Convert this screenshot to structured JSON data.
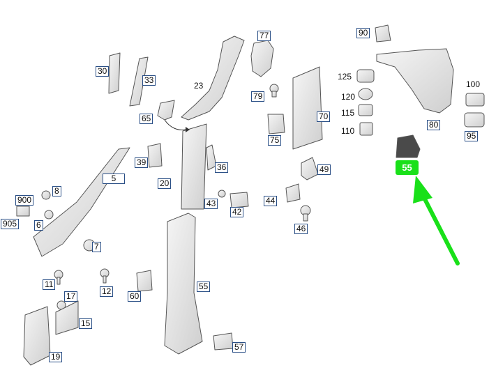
{
  "callouts": {
    "c30": "30",
    "c33": "33",
    "c77": "77",
    "c23": "23",
    "c79": "79",
    "c65": "65",
    "c75": "75",
    "c70": "70",
    "c90": "90",
    "c125": "125",
    "c120": "120",
    "c115": "115",
    "c110": "110",
    "c100": "100",
    "c80": "80",
    "c95": "95",
    "c39": "39",
    "c36": "36",
    "c20": "20",
    "c49": "49",
    "c55h": "55",
    "c5": "5",
    "c8": "8",
    "c900": "900",
    "c905": "905",
    "c6": "6",
    "c43": "43",
    "c42": "42",
    "c44": "44",
    "c46": "46",
    "c7": "7",
    "c11": "11",
    "c12": "12",
    "c60": "60",
    "c55": "55",
    "c17": "17",
    "c15": "15",
    "c19": "19",
    "c57": "57"
  },
  "colors": {
    "callout_border": "#2a4f86",
    "highlight": "#19e019",
    "arrow": "#19e019",
    "part_stroke": "#555555",
    "part_fill": "#e9e9e9"
  }
}
